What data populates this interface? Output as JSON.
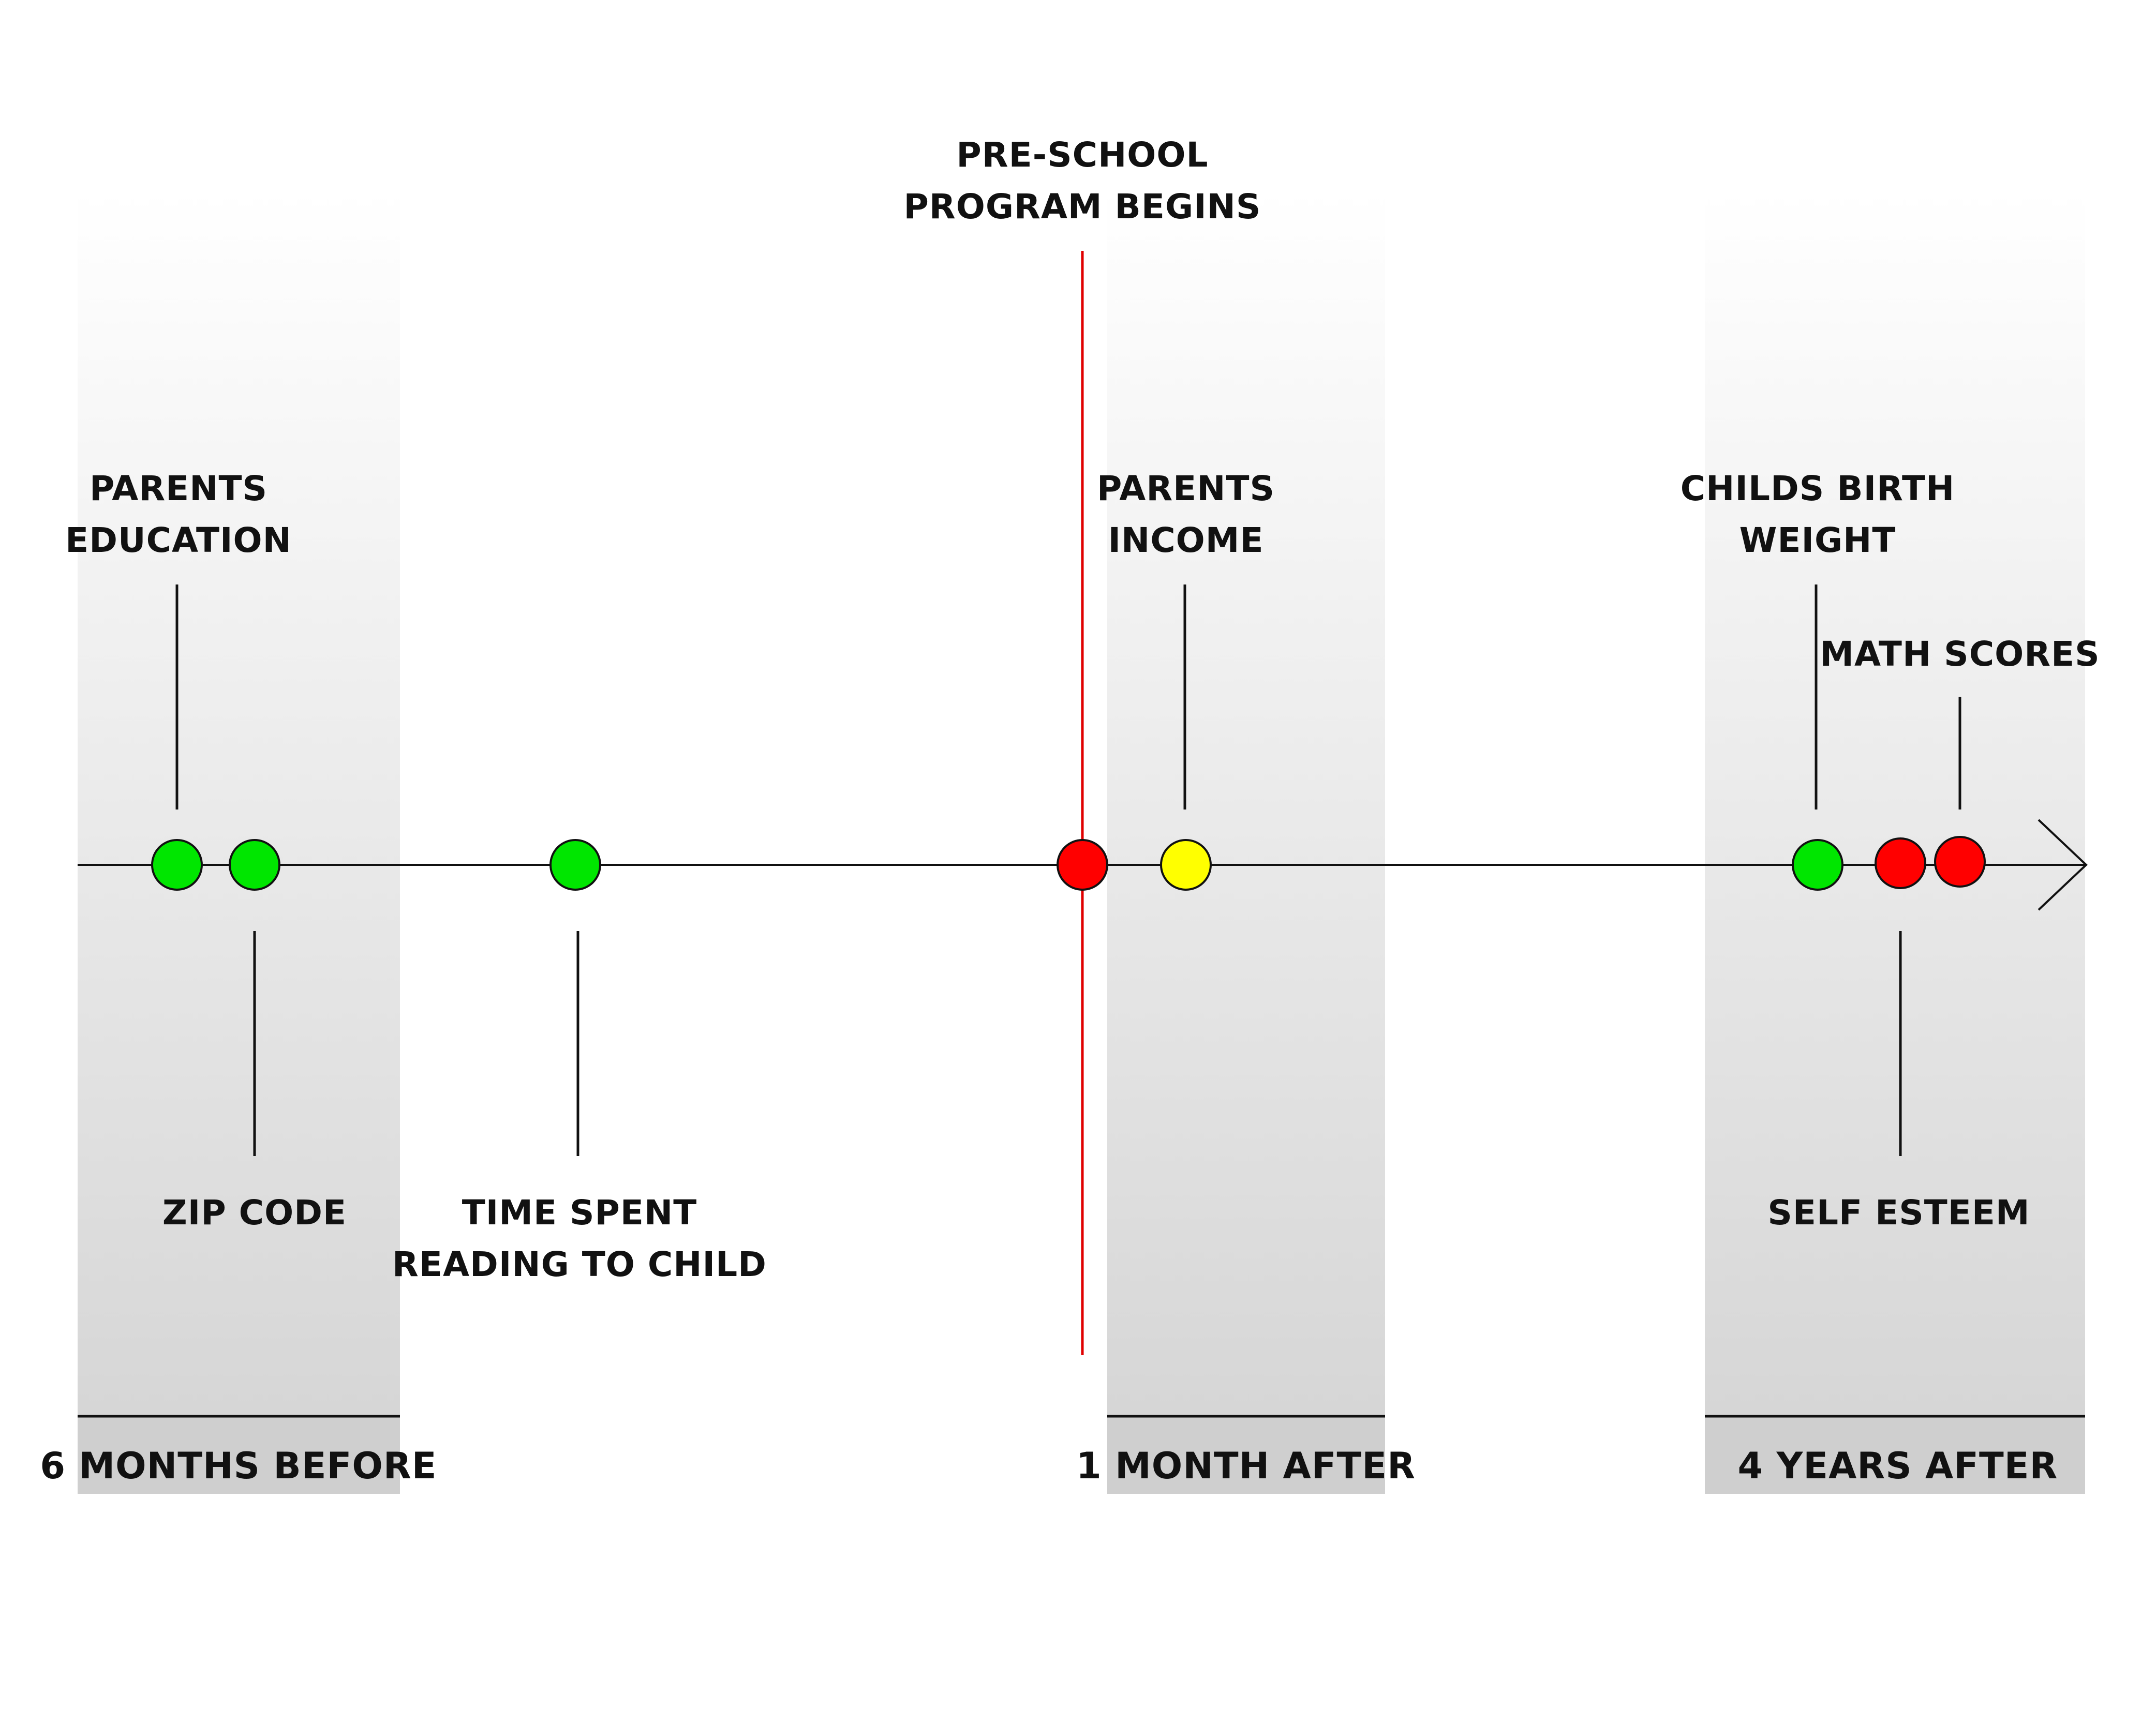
{
  "start_marker": {
    "line1": "PRE-SCHOOL",
    "line2": "PROGRAM BEGINS",
    "color": "#e00000"
  },
  "periods": [
    {
      "label": "6 MONTHS BEFORE"
    },
    {
      "label": "1 MONTH AFTER"
    },
    {
      "label": "4 YEARS AFTER"
    }
  ],
  "colors": {
    "green": "#00e600",
    "yellow": "#ffff00",
    "red": "#ff0000",
    "band_top": "#ffffff",
    "band_bottom": "#d6d6d6",
    "band_footer": "#cfcfcf"
  },
  "events": [
    {
      "line1": "PARENTS",
      "line2": "EDUCATION",
      "color": "green"
    },
    {
      "line1": "ZIP CODE",
      "line2": "",
      "color": "green"
    },
    {
      "line1": "TIME SPENT",
      "line2": "READING TO CHILD",
      "color": "green"
    },
    {
      "line1": "",
      "line2": "",
      "color": "red"
    },
    {
      "line1": "PARENTS",
      "line2": "INCOME",
      "color": "yellow"
    },
    {
      "line1": "CHILDS BIRTH",
      "line2": "WEIGHT",
      "color": "green"
    },
    {
      "line1": "SELF ESTEEM",
      "line2": "",
      "color": "red"
    },
    {
      "line1": "MATH SCORES",
      "line2": "",
      "color": "red"
    }
  ]
}
